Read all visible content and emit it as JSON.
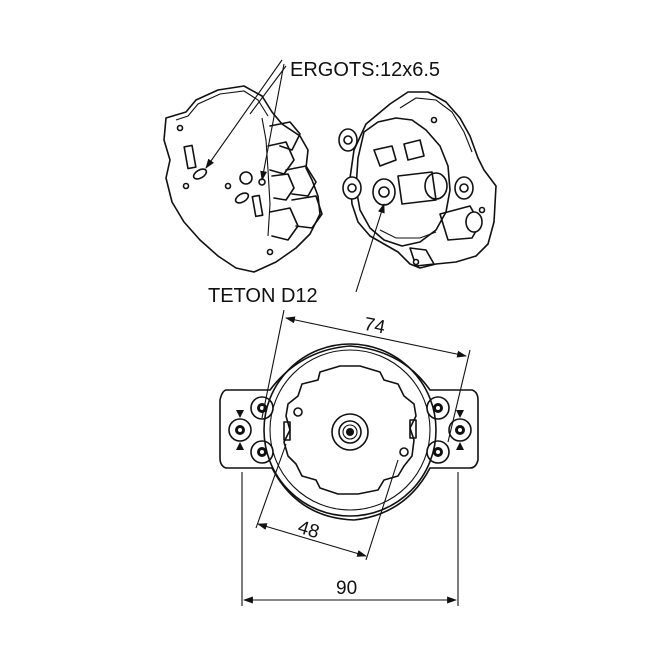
{
  "labels": {
    "ergots": "ERGOTS:12x6.5",
    "teton": "TETON D12",
    "dim_74": "74",
    "dim_48": "48",
    "dim_90": "90"
  },
  "colors": {
    "line": "#111111",
    "background": "#ffffff"
  }
}
